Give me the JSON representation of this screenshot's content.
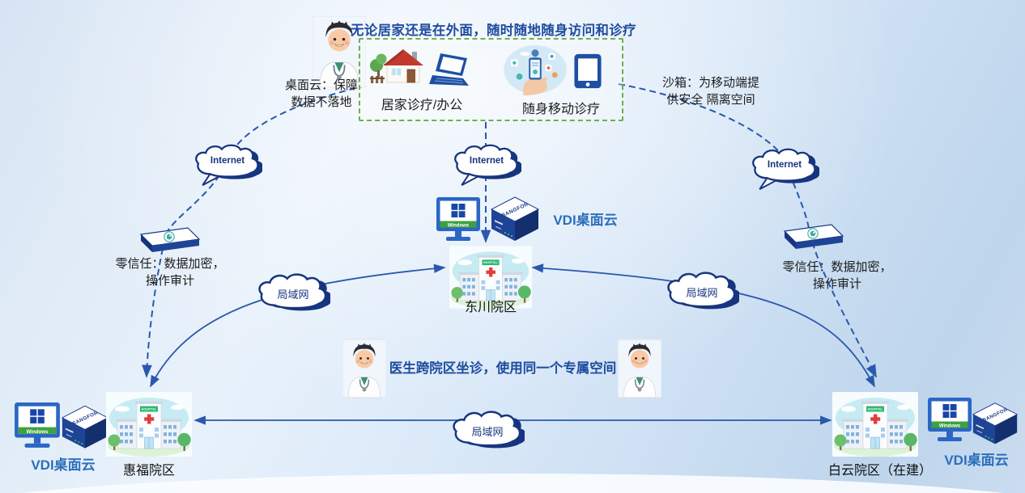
{
  "colors": {
    "accent_blue": "#1f4c9f",
    "line_blue": "#2a58ae",
    "cloud_navy": "#17357f",
    "green_border": "#6fae4e",
    "vdi_blue": "#2c6fbc",
    "text_black": "#1c1c1c",
    "background_blue": "#d9e8f8"
  },
  "top": {
    "title": "无论居家还是在外面，随时随地随身访问和诊疗",
    "home_label": "居家诊疗/办公",
    "mobile_label": "随身移动诊疗",
    "desktop_note_line1": "桌面云：保障",
    "desktop_note_line2": "数据不落地",
    "sandbox_note_line1": "沙箱：为移动端提",
    "sandbox_note_line2": "供安全 隔离空间"
  },
  "clouds": {
    "internet": "Internet",
    "lan": "局域网"
  },
  "zero_trust": {
    "line1": "零信任：数据加密，",
    "line2": "操作审计"
  },
  "sites": {
    "center": {
      "name": "东川院区",
      "vdi": "VDI桌面云"
    },
    "left": {
      "name": "惠福院区",
      "vdi": "VDI桌面云"
    },
    "right": {
      "name": "白云院区（在建）",
      "vdi": "VDI桌面云"
    }
  },
  "banner": "医生跨院区坐诊，使用同一个专属空间",
  "device_labels": {
    "appliance_brand": "SANGFOR",
    "os": "Windows",
    "hospital_sign": "HOSPITAL"
  }
}
